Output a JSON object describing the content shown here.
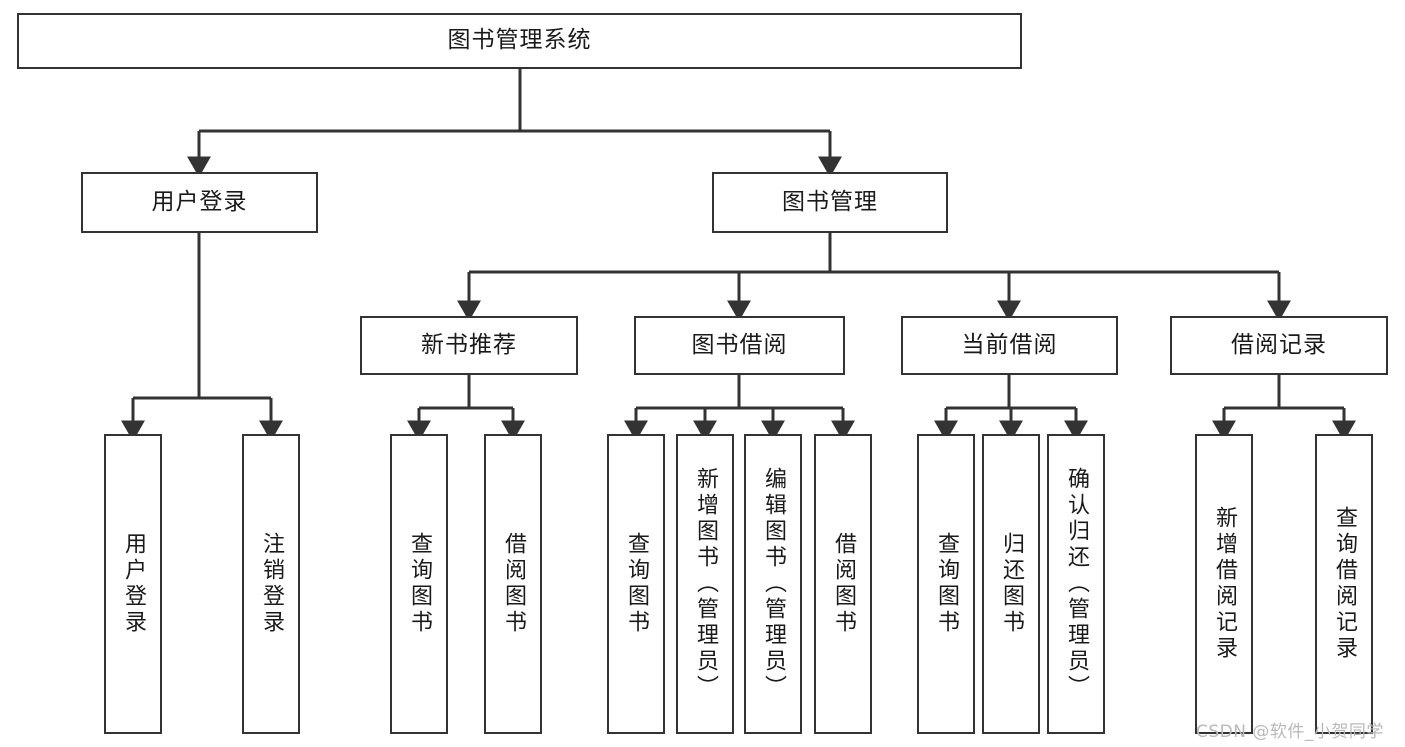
{
  "diagram": {
    "title_node": {
      "label": "图书管理系统"
    },
    "tier2": [
      {
        "label": "用户登录"
      },
      {
        "label": "图书管理"
      }
    ],
    "tier3": [
      {
        "label": "新书推荐"
      },
      {
        "label": "图书借阅"
      },
      {
        "label": "当前借阅"
      },
      {
        "label": "借阅记录"
      }
    ],
    "leaves": {
      "user_login": [
        {
          "label": "用户登录"
        },
        {
          "label": "注销登录"
        }
      ],
      "new_book_recommend": [
        {
          "label": "查询图书"
        },
        {
          "label": "借阅图书"
        }
      ],
      "book_borrow": [
        {
          "label": "查询图书"
        },
        {
          "label": "新增图书（管理员）"
        },
        {
          "label": "编辑图书（管理员）"
        },
        {
          "label": "借阅图书"
        }
      ],
      "current_borrow": [
        {
          "label": "查询图书"
        },
        {
          "label": "归还图书"
        },
        {
          "label": "确认归还（管理员）"
        }
      ],
      "borrow_record": [
        {
          "label": "新增借阅记录"
        },
        {
          "label": "查询借阅记录"
        }
      ]
    }
  },
  "watermark": {
    "text": "CSDN @软件_小贺同学"
  },
  "colors": {
    "stroke": "#333333",
    "background": "#ffffff",
    "text": "#1a1a1a",
    "watermark": "#b9b9b9"
  }
}
